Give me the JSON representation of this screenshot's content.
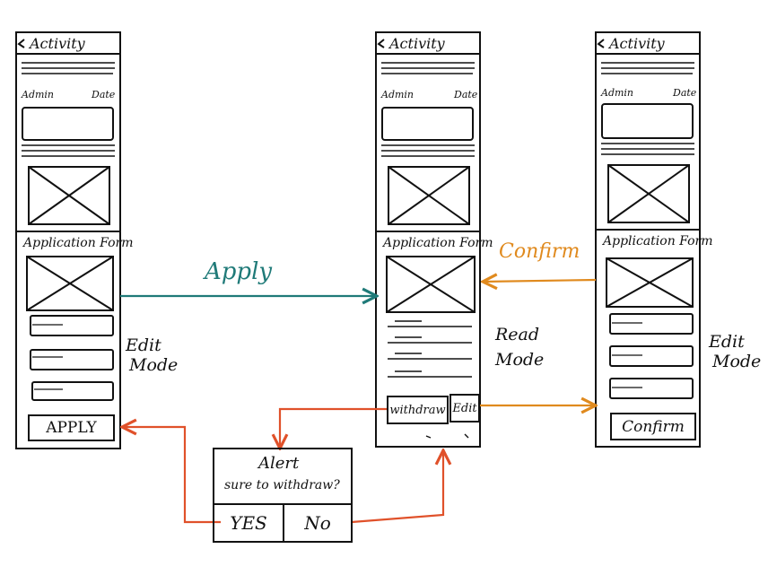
{
  "screens": {
    "left": {
      "title": "Activity",
      "admin": "Admin",
      "date": "Date",
      "section": "Application Form",
      "button": "APPLY"
    },
    "middle": {
      "title": "Activity",
      "admin": "Admin",
      "date": "Date",
      "section": "Application Form",
      "withdraw": "withdraw",
      "edit": "Edit"
    },
    "right": {
      "title": "Activity",
      "admin": "Admin",
      "date": "Date",
      "section": "Application Form",
      "button": "Confirm"
    }
  },
  "notes": {
    "left_mode": [
      "Edit",
      "Mode"
    ],
    "middle_mode": [
      "Read",
      "Mode"
    ],
    "right_mode": [
      "Edit",
      "Mode"
    ]
  },
  "arrows": {
    "apply": {
      "label": "Apply",
      "color": "#1f7a78"
    },
    "confirm": {
      "label": "Confirm",
      "color": "#e08a1e"
    },
    "withdraw_flow": {
      "color": "#e0512a"
    }
  },
  "alert": {
    "title": "Alert",
    "message": "sure to withdraw?",
    "yes": "YES",
    "no": "No"
  },
  "icons": {
    "back": "back-chevron-icon",
    "image": "image-placeholder-icon"
  }
}
